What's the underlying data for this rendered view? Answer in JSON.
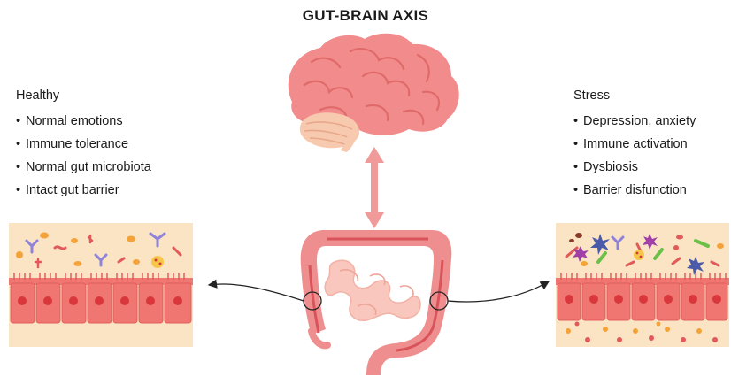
{
  "title": "GUT-BRAIN AXIS",
  "healthy": {
    "heading": "Healthy",
    "bullet": "•",
    "items": [
      "Normal emotions",
      "Immune tolerance",
      "Normal gut microbiota",
      "Intact gut barrier"
    ]
  },
  "stress": {
    "heading": "Stress",
    "bullet": "•",
    "items": [
      "Depression, anxiety",
      "Immune activation",
      "Dysbiosis",
      "Barrier disfunction"
    ]
  },
  "colors": {
    "brain": "#f28b8b",
    "cerebellum": "#f7c9ae",
    "intestine": "#ef8e8e",
    "small_intestine": "#f9c7bd",
    "tissue_bg": "#fbe4c4",
    "cells": "#f07672",
    "nucleus": "#d9373c",
    "arrow": "#f09a9a"
  }
}
